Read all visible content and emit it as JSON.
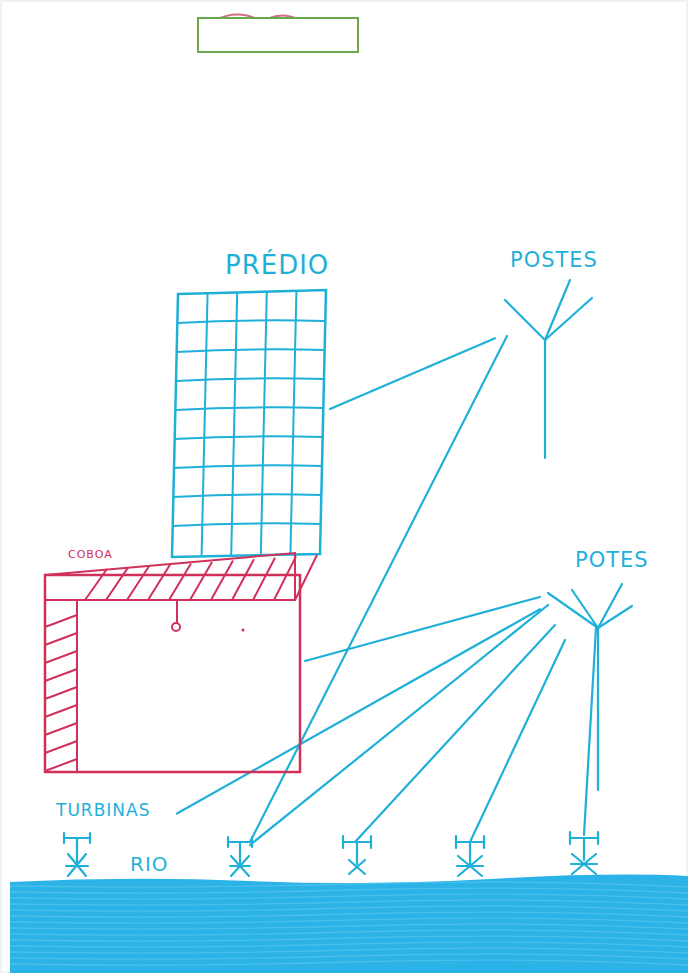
{
  "diagram": {
    "nodes": [
      {
        "text": [
          "PRÉDIO"
        ]
      },
      {
        "text": [
          "POSTES"
        ]
      },
      {
        "text": [
          "COBOA"
        ]
      },
      {
        "text": [
          "POTES"
        ]
      },
      {
        "text": [
          "TURBINAS"
        ]
      },
      {
        "text": [
          "RIO"
        ]
      }
    ],
    "edges": [
      {
        "from": 0,
        "to": 1,
        "arrow": "none"
      },
      {
        "from": 2,
        "to": 3,
        "arrow": "none"
      },
      {
        "from": 4,
        "to": 3,
        "arrow": "none"
      }
    ]
  }
}
